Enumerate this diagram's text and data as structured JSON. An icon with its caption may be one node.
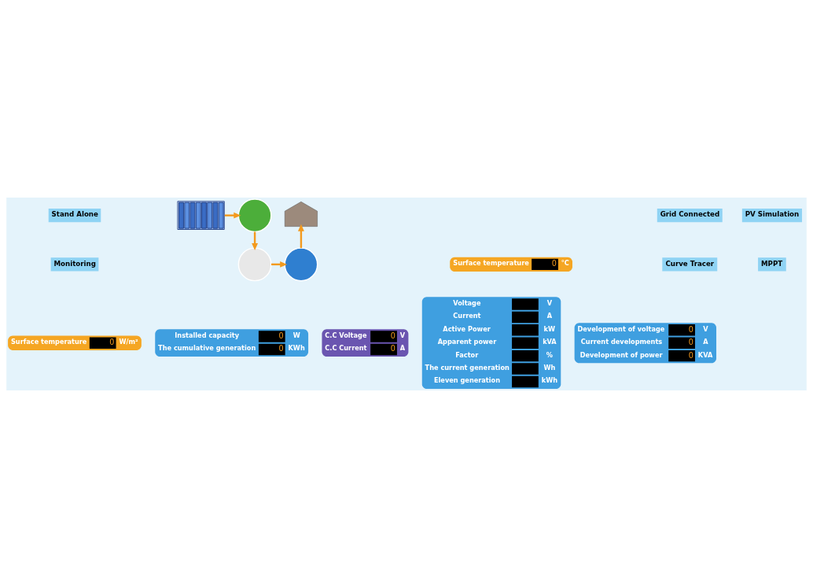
{
  "diagram": {
    "nodes": [
      {
        "text": [
          "Surface temperature",
          "0",
          "W/m²"
        ]
      },
      {
        "text": [
          "Installed capacity",
          "0",
          "W",
          "The cumulative generation",
          "0",
          "KWh"
        ]
      },
      {
        "text": [
          "C.C Voltage",
          "0",
          "V",
          "C.C Current",
          "0",
          "A"
        ]
      },
      {
        "text": [],
        "shape": "picture"
      },
      {
        "text": [],
        "shape": "circle"
      },
      {
        "text": [],
        "shape": "picture"
      },
      {
        "text": [
          "Voltage",
          "V",
          "Current",
          "A",
          "Active Power",
          "kW",
          "Apparent power",
          "kVA",
          "Factor",
          "%",
          "The current generation",
          "Wh",
          "Eleven generation",
          "kWh"
        ]
      },
      {
        "text": [
          "Surface temperature",
          "0",
          "°C"
        ]
      },
      {
        "text": [],
        "shape": "circle"
      },
      {
        "text": [],
        "shape": "circle"
      },
      {
        "text": [
          "Development of voltage",
          "0",
          "V",
          "Current developments",
          "0",
          "A",
          "Development of power",
          "0",
          "KVA"
        ]
      }
    ],
    "edges": [
      {
        "from": 3,
        "to": 4,
        "arrow": "to"
      },
      {
        "from": 4,
        "to": 8,
        "arrow": "to"
      },
      {
        "from": 8,
        "to": 9,
        "arrow": "to"
      },
      {
        "from": 9,
        "to": 5,
        "arrow": "to"
      }
    ],
    "labels": [
      "Stand Alone",
      "Grid Connected",
      "PV Simulation",
      "Monitoring",
      "Curve Tracer",
      "MPPT"
    ]
  }
}
